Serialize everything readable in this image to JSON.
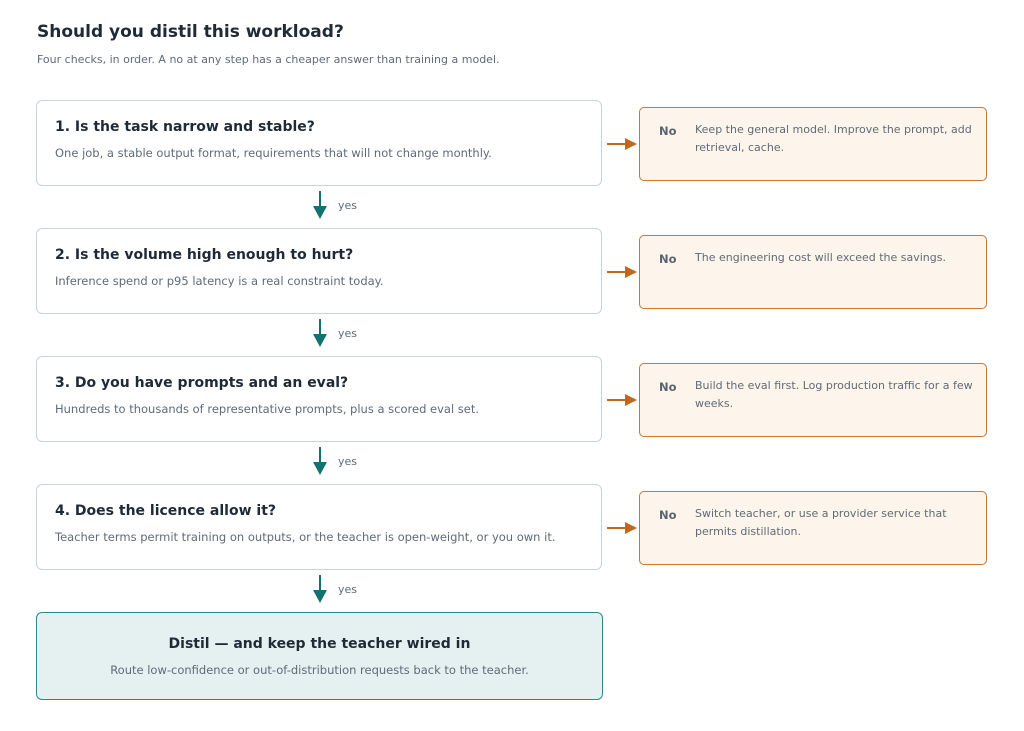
{
  "title": "Should you distil this workload?",
  "subtitle": "Four checks, in order. A no at any step has a cheaper answer than training a model.",
  "steps": [
    {
      "question": "1. Is the task narrow and stable?",
      "detail": "One job, a stable output format, requirements that will not change monthly.",
      "no_label": "No",
      "no_text": "Keep the general model. Improve the prompt, add retrieval, cache."
    },
    {
      "question": "2. Is the volume high enough to hurt?",
      "detail": "Inference spend or p95 latency is a real constraint today.",
      "no_label": "No",
      "no_text": "The engineering cost will exceed the savings."
    },
    {
      "question": "3. Do you have prompts and an eval?",
      "detail": "Hundreds to thousands of representative prompts, plus a scored eval set.",
      "no_label": "No",
      "no_text": "Build the eval first. Log production traffic for a few weeks."
    },
    {
      "question": "4. Does the licence allow it?",
      "detail": "Teacher terms permit training on outputs, or the teacher is open-weight, or you own it.",
      "no_label": "No",
      "no_text": "Switch teacher, or use a provider service that permits distillation."
    }
  ],
  "yes_label": "yes",
  "final": {
    "title": "Distil — and keep the teacher wired in",
    "detail": "Route low-confidence or out-of-distribution requests back to the teacher."
  },
  "colors": {
    "yes_arrow": "#137173",
    "no_arrow": "#c0671f",
    "no_border": "#c8782f",
    "no_fill": "#fdf4eb",
    "final_border": "#2a8a8a",
    "final_fill": "#e4f1f0"
  }
}
